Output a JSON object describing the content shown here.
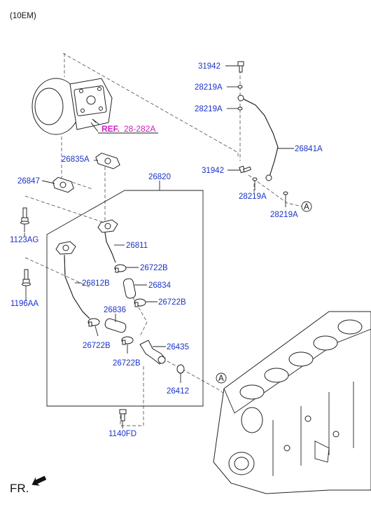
{
  "header": {
    "engine_code": "(10EM)"
  },
  "reference": {
    "prefix": "REF.",
    "code": "28-282A"
  },
  "marker": {
    "letter": "A"
  },
  "front": {
    "label": "FR."
  },
  "parts": {
    "p31942_top": "31942",
    "p28219A_1": "28219A",
    "p28219A_2": "28219A",
    "p26841A": "26841A",
    "p31942_mid": "31942",
    "p28219A_3": "28219A",
    "p28219A_4": "28219A",
    "p26835A": "26835A",
    "p26847": "26847",
    "p26820": "26820",
    "p1123AG": "1123AG",
    "p26811": "26811",
    "p26722B_1": "26722B",
    "p26812B": "26812B",
    "p26834": "26834",
    "p1196AA": "1196AA",
    "p26722B_2": "26722B",
    "p26836": "26836",
    "p26722B_3": "26722B",
    "p26435": "26435",
    "p26722B_4": "26722B",
    "p26412": "26412",
    "p1140FD": "1140FD"
  },
  "colors": {
    "part_number": "#1a32c8",
    "reference": "#d020c0",
    "line": "#222222"
  }
}
